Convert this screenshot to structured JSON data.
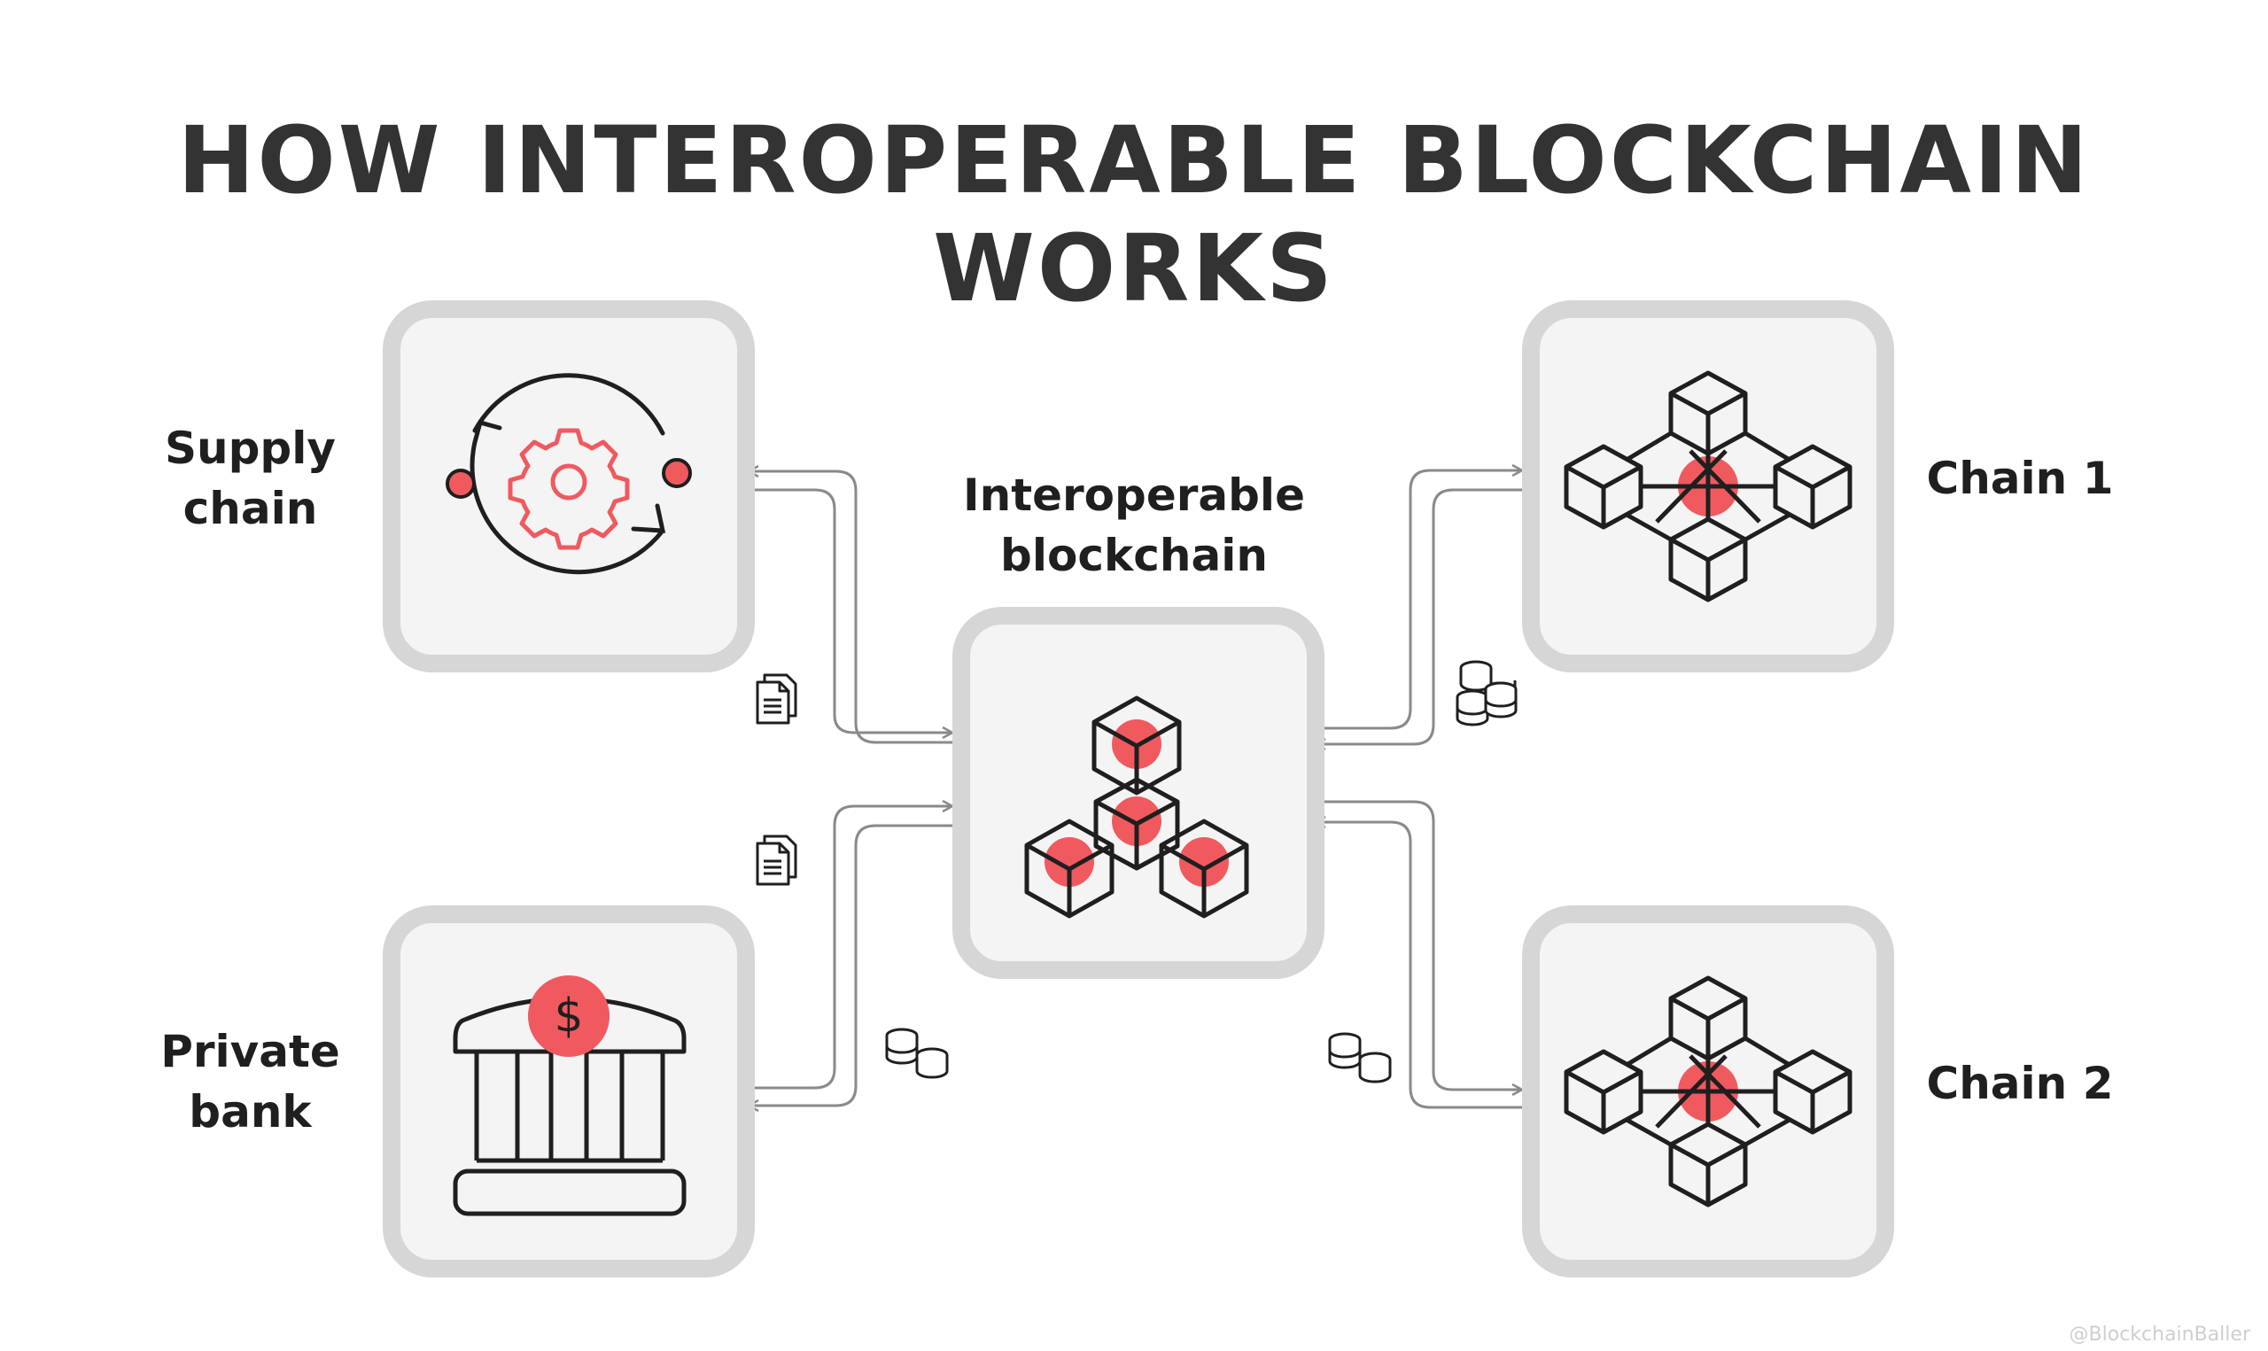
{
  "title": "HOW INTEROPERABLE BLOCKCHAIN WORKS",
  "nodes": {
    "supply_chain": "Supply\nchain",
    "interoperable": "Interoperable\nblockchain",
    "chain1": "Chain 1",
    "private_bank": "Private\nbank",
    "chain2": "Chain 2"
  },
  "watermark": "@BlockchainBaller",
  "icons": {
    "supply": "gear-cycle-icon",
    "center": "hub-blocks-icon",
    "chain": "network-blocks-icon",
    "bank": "bank-dollar-icon",
    "document": "document-icon",
    "coins": "coins-icon"
  },
  "colors": {
    "accent": "#f05a5f",
    "box_border": "#d6d6d6",
    "box_fill": "#f4f4f4",
    "line": "#8a8a8a",
    "ink": "#1f1f1f"
  }
}
